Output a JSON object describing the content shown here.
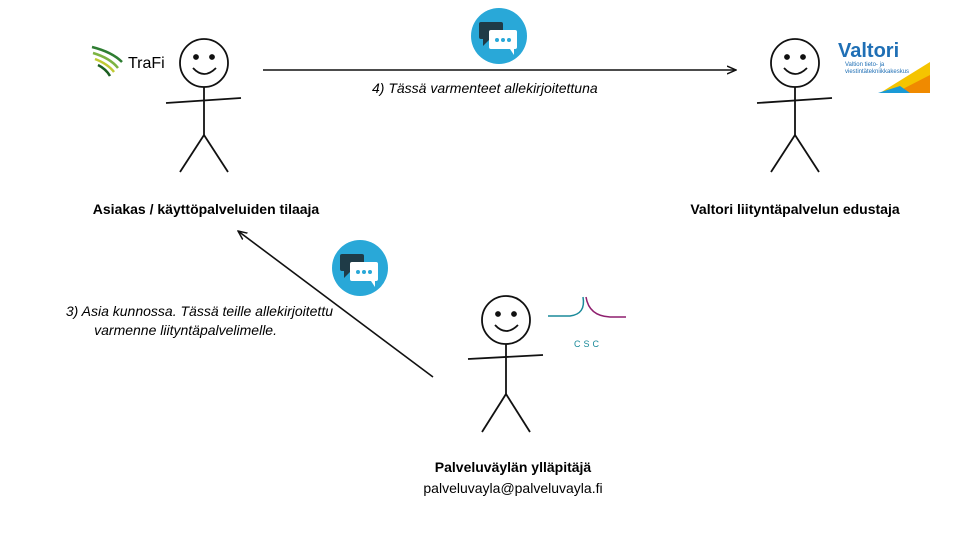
{
  "actors": {
    "customer": {
      "label": "Asiakas / käyttöpalveluiden tilaaja"
    },
    "valtori": {
      "label": "Valtori liityntäpalvelun edustaja"
    },
    "maintainer": {
      "label": "Palveluväylän ylläpitäjä",
      "email": "palveluvayla@palveluvayla.fi"
    }
  },
  "messages": {
    "step4": "4) Tässä varmenteet allekirjoitettuna",
    "step3_line1": "3) Asia kunnossa. Tässä teille allekirjoitettu",
    "step3_line2": "varmenne liityntäpalvelimelle."
  },
  "logos": {
    "trafi": {
      "text": "TraFi",
      "color": "#4a9a2a"
    },
    "valtori": {
      "text": "Valtori",
      "sub1": "Valtion tieto- ja",
      "sub2": "viestintätekniikkakeskus",
      "color": "#1f6fb5"
    },
    "csc": {
      "text": "CSC",
      "color": "#1a8a9a"
    }
  },
  "colors": {
    "chat_badge": "#29a8d8",
    "line": "#111111"
  },
  "icons": [
    "chat-bubbles-icon",
    "stick-figure-icon",
    "trafi-logo",
    "valtori-logo",
    "csc-logo"
  ]
}
